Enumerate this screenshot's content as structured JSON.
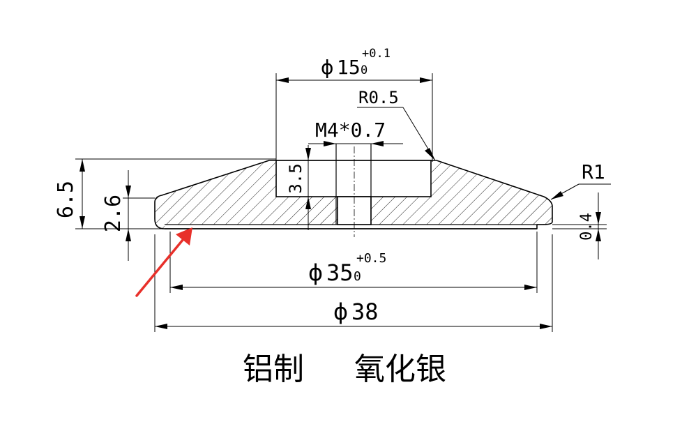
{
  "dimensions": {
    "d15": {
      "symbol": "ϕ",
      "value": "15",
      "lower": "0",
      "upper": "+0.1"
    },
    "d35": {
      "symbol": "ϕ",
      "value": "35",
      "lower": "0",
      "upper": "+0.5"
    },
    "d38": {
      "symbol": "ϕ",
      "value": "38"
    },
    "r05": "R0.5",
    "thread": "M4*0.7",
    "r1": "R1",
    "h65": "6.5",
    "h26": "2.6",
    "h35": "3.5",
    "h04": "0.4"
  },
  "caption": {
    "material": "铝制",
    "coating": "氧化银"
  },
  "colors": {
    "line": "#000000",
    "arrow": "#e8302a"
  }
}
